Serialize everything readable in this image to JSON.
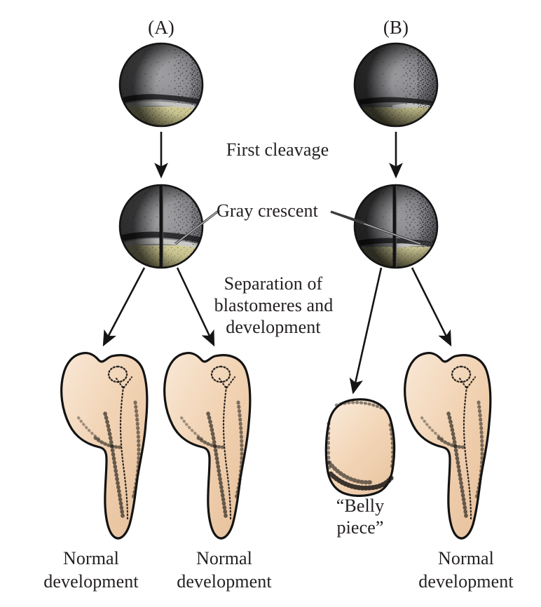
{
  "figure": {
    "title_a": "(A)",
    "title_b": "(B)",
    "steps": {
      "first_cleavage": "First cleavage",
      "separation_line1": "Separation of",
      "separation_line2": "blastomeres and",
      "separation_line3": "development"
    },
    "annotations": {
      "gray_crescent": "Gray crescent",
      "belly_piece_line1": "“Belly",
      "belly_piece_line2": "piece”"
    },
    "outcomes": {
      "a_left_line1": "Normal",
      "a_left_line2": "development",
      "a_right_line1": "Normal",
      "a_right_line2": "development",
      "b_right_line1": "Normal",
      "b_right_line2": "development"
    }
  },
  "colors": {
    "animal_pole_gray": "#9b9b9f",
    "animal_pole_gray_dark": "#6e6e72",
    "vegetal_pole_yellow": "#ddd79b",
    "vegetal_pole_yellow_dark": "#c9c185",
    "gray_crescent_band": "#c9c9cb",
    "embryo_outline": "#1a1a1a",
    "larva_fill": "#f0cfae",
    "larva_fill_light": "#f7e2cb",
    "larva_outline": "#1a1a1a",
    "stipple": "#1c1a17",
    "text": "#231f20",
    "arrow": "#1a1a1a",
    "background": "#ffffff"
  }
}
